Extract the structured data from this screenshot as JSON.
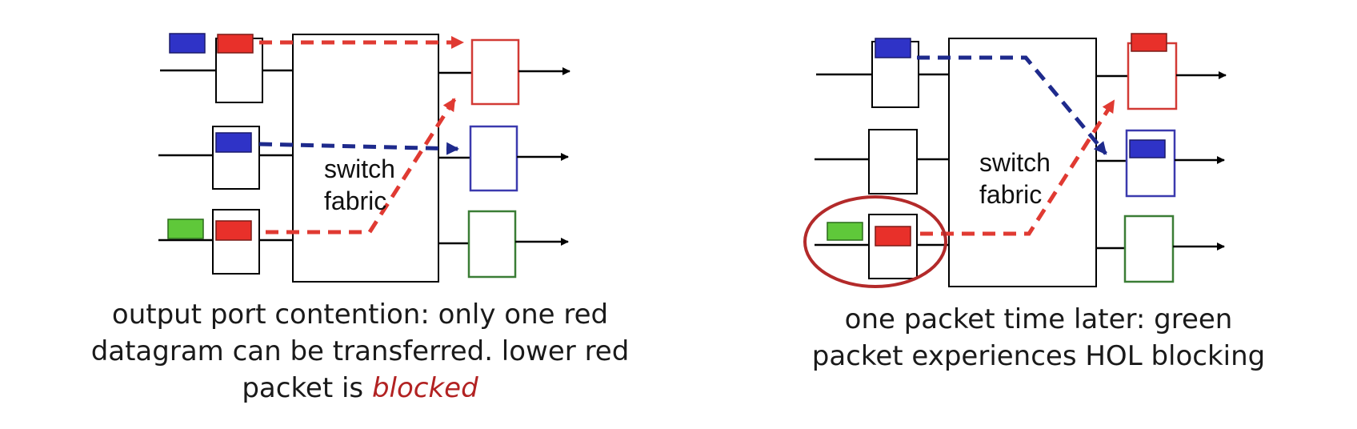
{
  "colors": {
    "red": "#e8302a",
    "blue": "#2f33c7",
    "green": "#5fc83a",
    "red_outline": "#d23a35",
    "blue_outline": "#3b3aae",
    "green_outline": "#3a7d35",
    "circle": "#b32a2a",
    "dash_red": "#e03a32",
    "dash_blue": "#1e2a8c",
    "emphasis": "#b22222"
  },
  "left_panel": {
    "fabric_line1": "switch",
    "fabric_line2": "fabric",
    "caption_line1": "output port contention: only one red",
    "caption_line2": "datagram can be transferred. lower red",
    "caption_line3_prefix": "packet is ",
    "caption_line3_emphasis": "blocked"
  },
  "right_panel": {
    "fabric_line1": "switch",
    "fabric_line2": "fabric",
    "caption_line1": "one packet time later: green",
    "caption_line2": "packet experiences HOL blocking"
  }
}
